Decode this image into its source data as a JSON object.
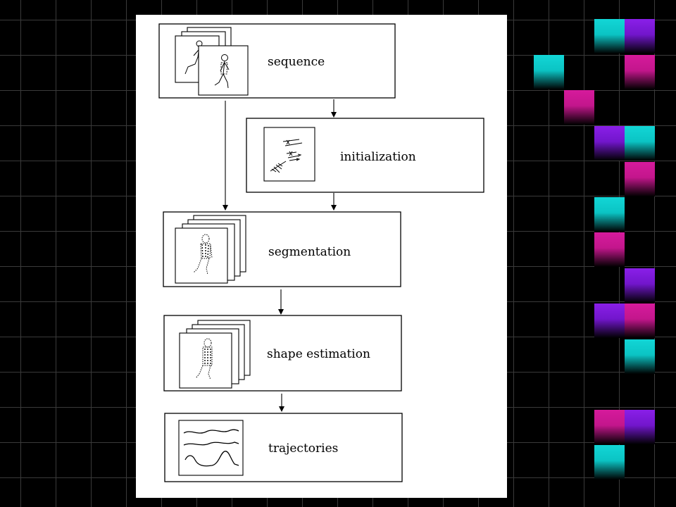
{
  "diagram": {
    "stages": {
      "sequence": "sequence",
      "initialization": "initialization",
      "segmentation": "segmentation",
      "shape_estimation": "shape estimation",
      "trajectories": "trajectories"
    }
  },
  "theme": {
    "background": "#000000",
    "grid_line": "#3a3a3a",
    "page": "#ffffff",
    "tile_colors": [
      "#12d6d6",
      "#d61a9c",
      "#8a1fe8"
    ]
  }
}
